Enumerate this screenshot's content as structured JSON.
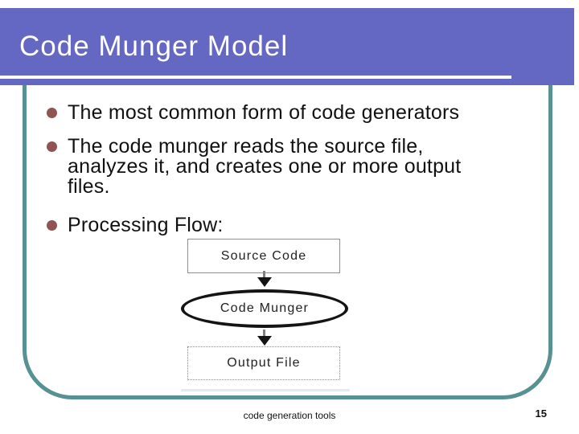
{
  "slide": {
    "title": "Code Munger Model",
    "bullets": [
      {
        "lines": [
          "The most common form of code generators"
        ]
      },
      {
        "lines": [
          "The code munger reads the source file,",
          "analyzes it, and creates one or more output",
          "files."
        ]
      },
      {
        "lines": [
          "Processing Flow:"
        ]
      }
    ],
    "diagram": {
      "source_label": "Source Code",
      "munger_label": "Code Munger",
      "output_label": "Output File",
      "flow": [
        "Source Code",
        "Code Munger",
        "Output File"
      ]
    },
    "footer": {
      "text": "code generation tools",
      "page_number": "15"
    },
    "colors": {
      "header_bar": "#6568c3",
      "frame_border": "#589191",
      "bullet_dot": "#8e5552",
      "title_text": "#ffffff"
    }
  }
}
